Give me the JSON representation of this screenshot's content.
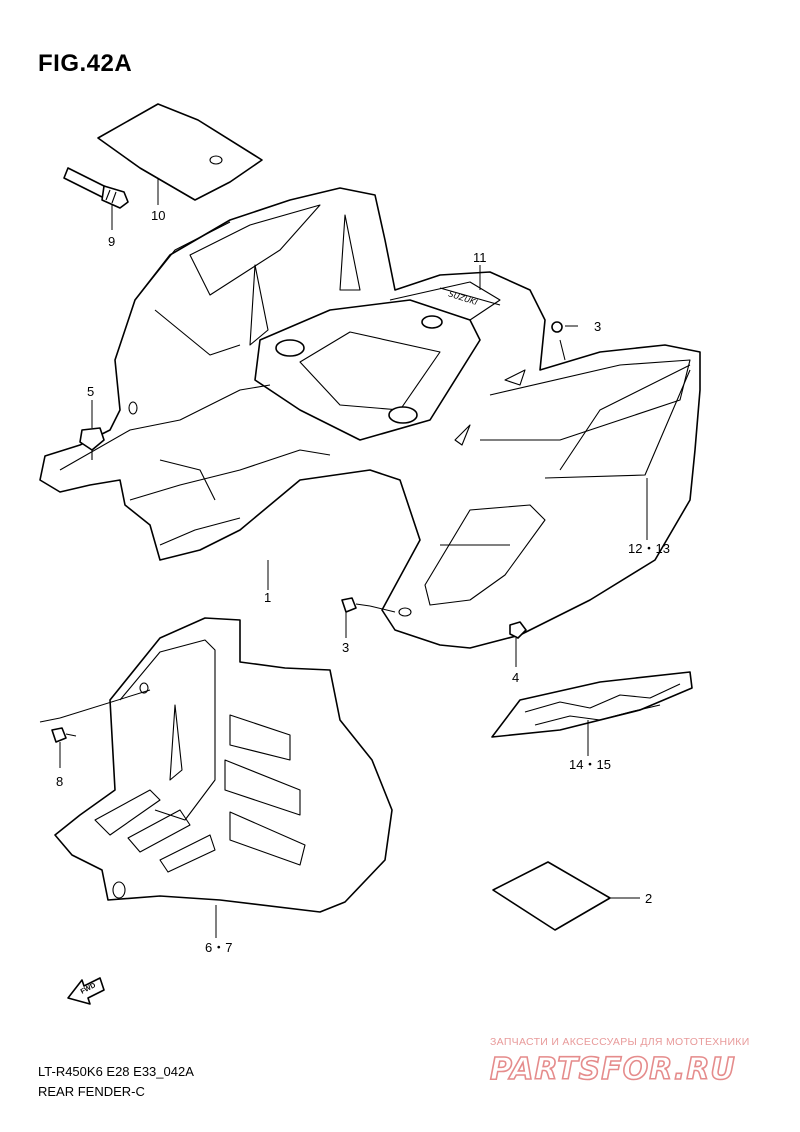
{
  "figure": {
    "title": "FIG.42A"
  },
  "callouts": {
    "c1": "1",
    "c2": "2",
    "c3a": "3",
    "c3b": "3",
    "c4": "4",
    "c5": "5",
    "c67": "6・7",
    "c8": "8",
    "c9": "9",
    "c10": "10",
    "c11": "11",
    "c1213": "12・13",
    "c1415": "14・15"
  },
  "footer": {
    "code": "LT-R450K6 E28 E33_042A",
    "name": "REAR FENDER-C"
  },
  "watermark": {
    "top": "ЗАПЧАСТИ И АКСЕССУАРЫ ДЛЯ МОТОТЕХНИКИ",
    "logo": "PARTSFOR.RU"
  },
  "fwd_arrow": {
    "label": "FWD"
  },
  "colors": {
    "ink": "#000000",
    "watermark": "#e58c8c"
  }
}
